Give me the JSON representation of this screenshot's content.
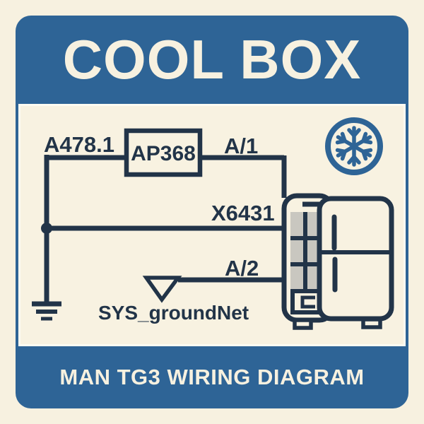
{
  "header": {
    "title": "COOL BOX"
  },
  "footer": {
    "title": "MAN TG3 WIRING DIAGRAM"
  },
  "diagram": {
    "labels": {
      "supply_wire": "A478.1",
      "component_box": "AP368",
      "pin_top": "A/1",
      "connector": "X6431",
      "pin_bottom": "A/2",
      "ground_net": "SYS_groundNet"
    },
    "icons": {
      "badge": "snowflake-icon",
      "appliance": "fridge-illustration",
      "earth": "ground-symbol",
      "net_symbol": "ground-net-triangle",
      "junction": "junction-dot"
    }
  },
  "colors": {
    "background_cream": "#f7f1e0",
    "panel_cream": "#f8f2e1",
    "brand_blue": "#2e6496",
    "wire_navy": "#223448",
    "panel_border_white": "#fdfbf2",
    "fridge_cell_gray": "#c9c7c0"
  }
}
